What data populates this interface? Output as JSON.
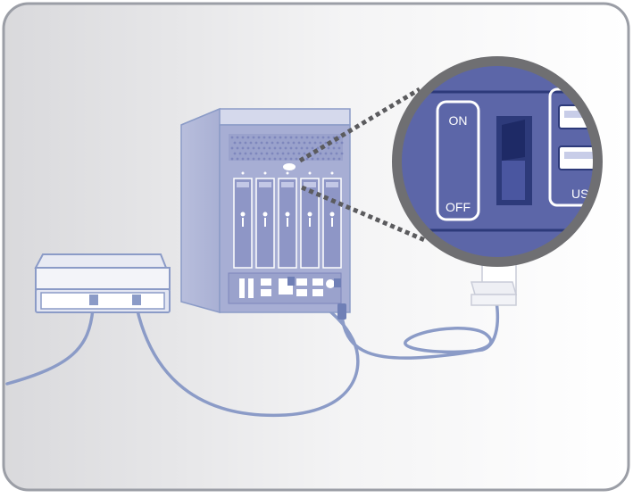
{
  "switch_callout": {
    "on_label": "ON",
    "off_label": "OFF",
    "usb_label_partial": "US"
  },
  "colors": {
    "frame_border": "#9b9ea6",
    "background_left": "#dcdcdf",
    "background_right": "#ffffff",
    "device_body": "#c3c8e0",
    "device_face": "#a7aed4",
    "cable": "#8b9bc7",
    "callout_blue": "#5c66a8",
    "callout_dark": "#2d3a7a",
    "callout_ring": "#6f6f72"
  },
  "icons": [
    "router-icon",
    "nas-device-icon",
    "power-adapter-icon",
    "power-switch-icon",
    "usb-port-icon"
  ]
}
